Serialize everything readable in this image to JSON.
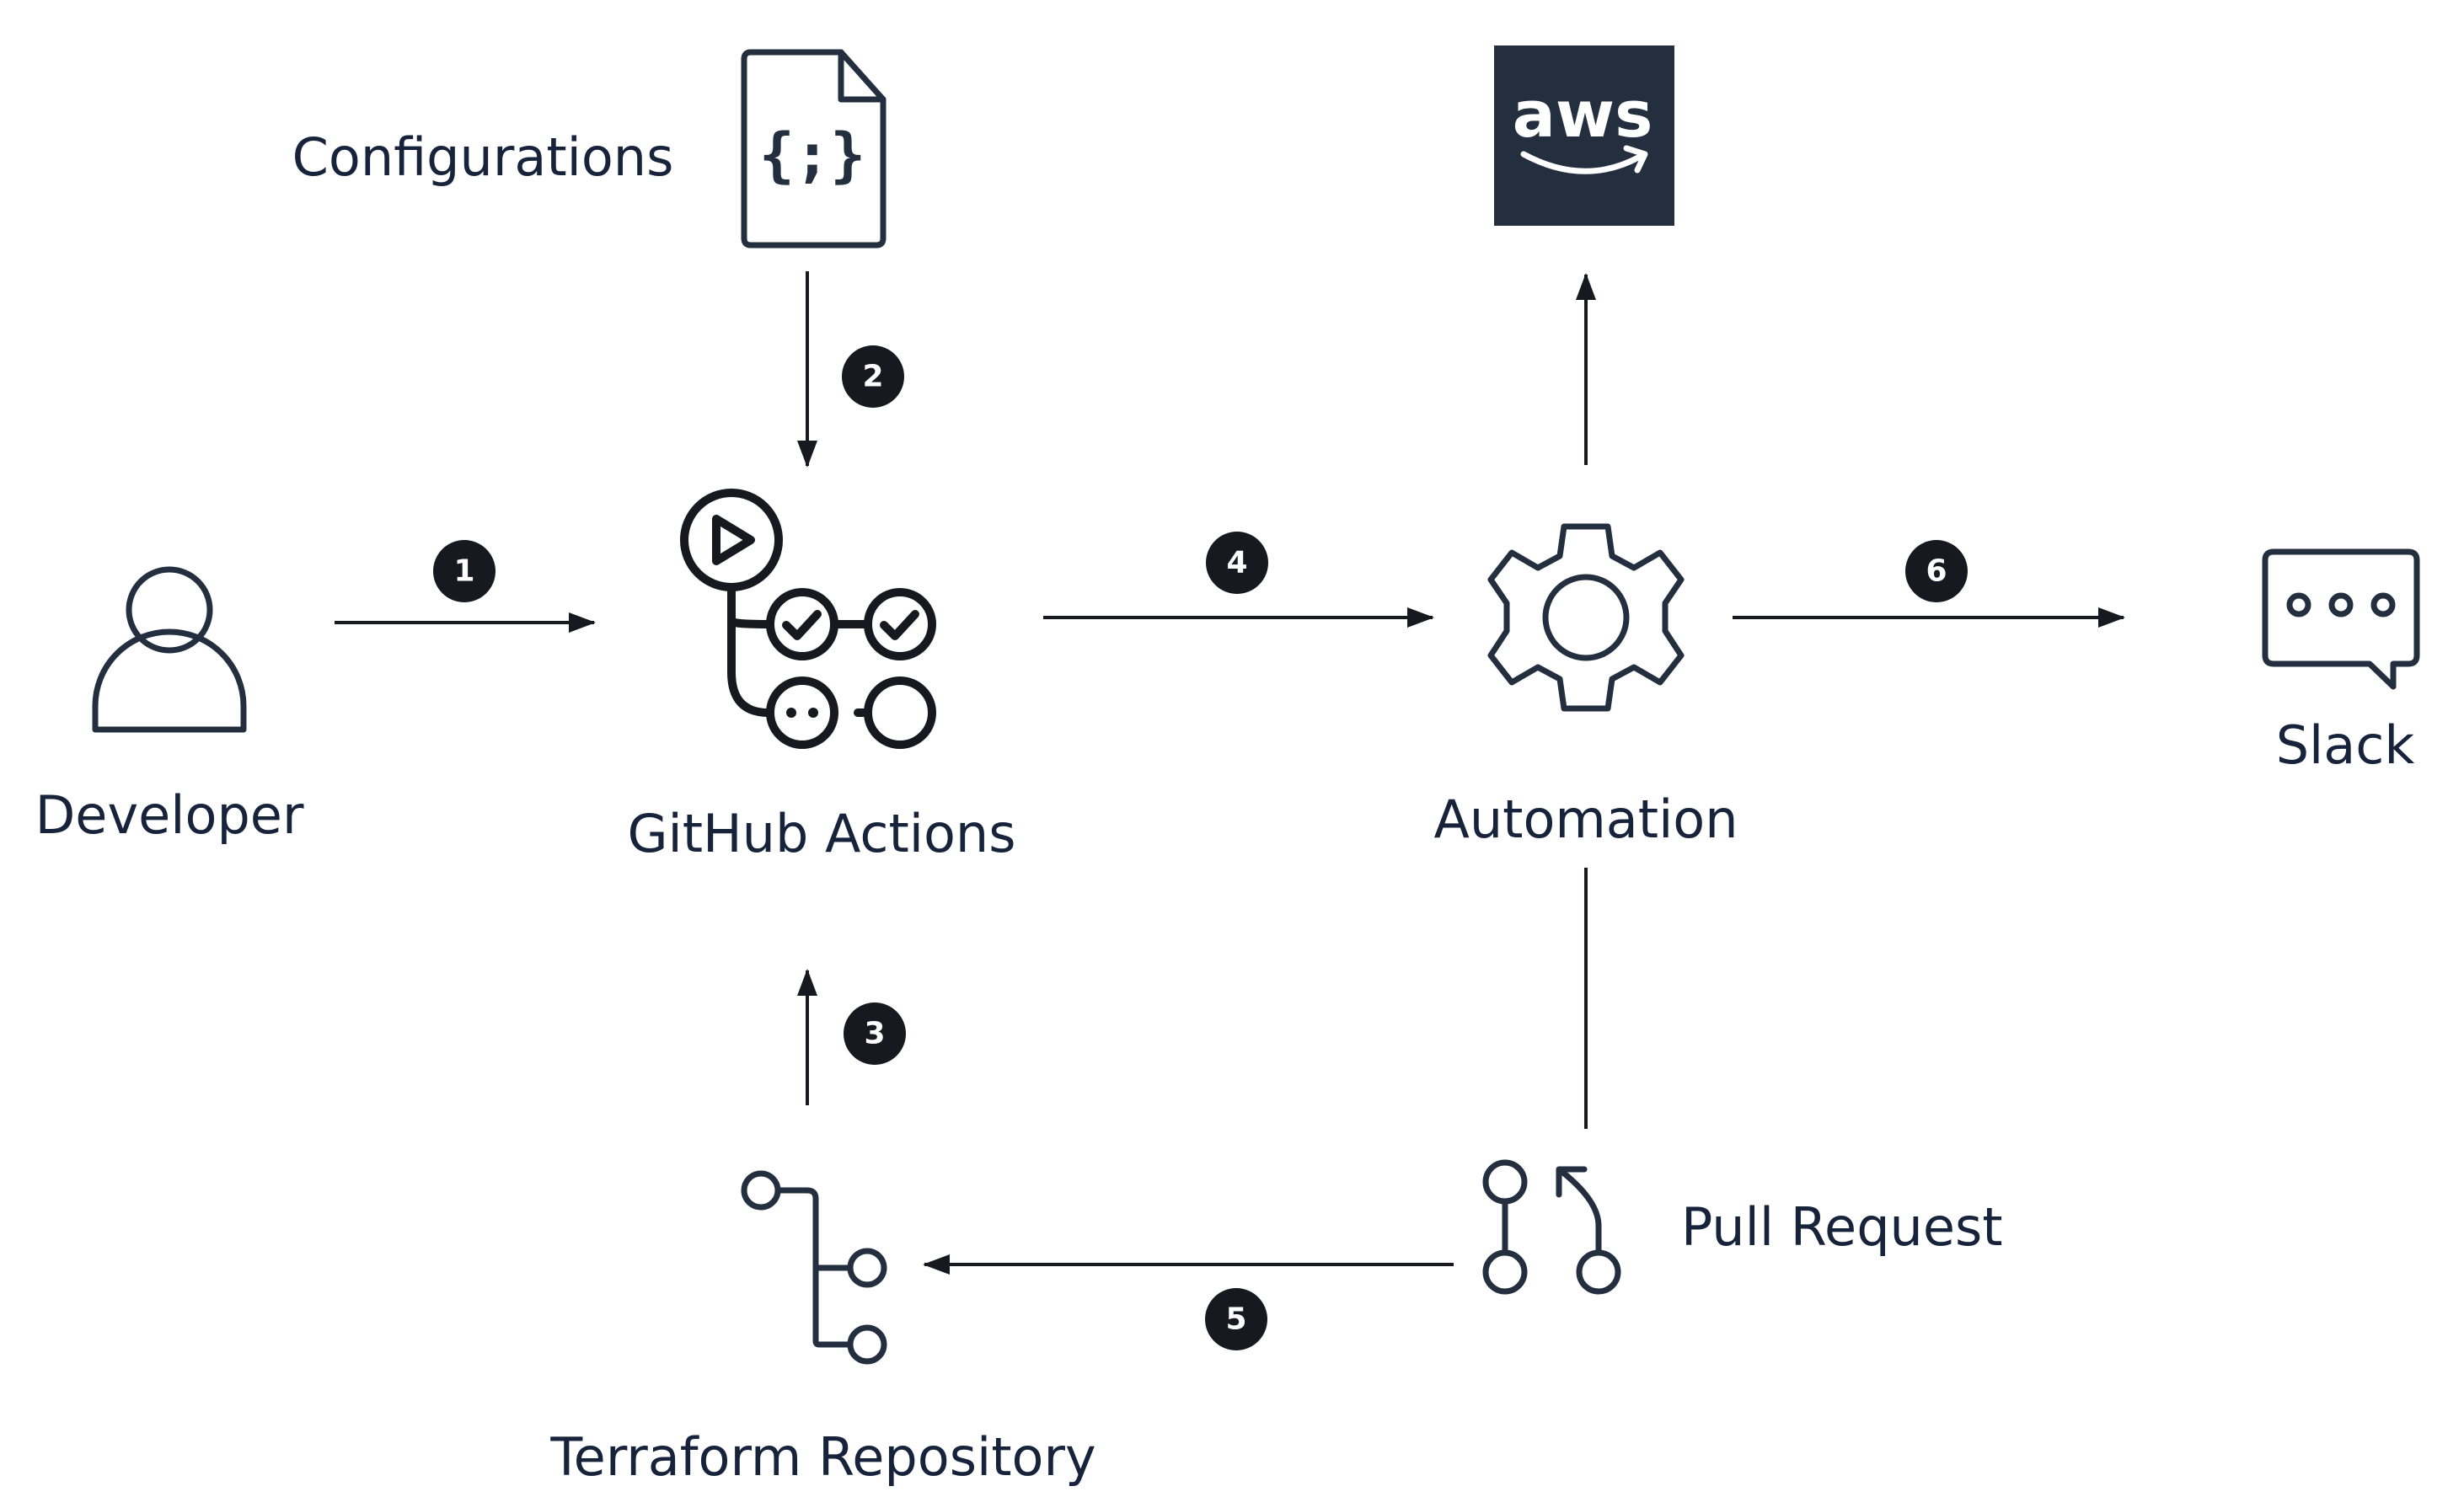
{
  "nodes": {
    "developer": {
      "label": "Developer"
    },
    "configurations": {
      "label": "Configurations",
      "icon": "json-file-icon",
      "glyph": "{;}"
    },
    "github_actions": {
      "label": "GitHub Actions",
      "icon": "github-actions-workflow-icon"
    },
    "aws": {
      "label": "aws",
      "icon": "aws-logo"
    },
    "automation": {
      "label": "Automation",
      "icon": "gear-icon"
    },
    "slack": {
      "label": "Slack",
      "icon": "chat-bubble-icon"
    },
    "terraform_repository": {
      "label": "Terraform Repository",
      "icon": "git-branch-icon"
    },
    "pull_request": {
      "label": "Pull Request",
      "icon": "pull-request-icon"
    }
  },
  "steps": [
    "1",
    "2",
    "3",
    "4",
    "5",
    "6"
  ],
  "colors": {
    "text": "#16233a",
    "icon": "#232f3e",
    "aws_bg": "#232f3e",
    "aws_text": "#ffffff",
    "badge": "#16191f",
    "badge_text": "#ffffff"
  }
}
